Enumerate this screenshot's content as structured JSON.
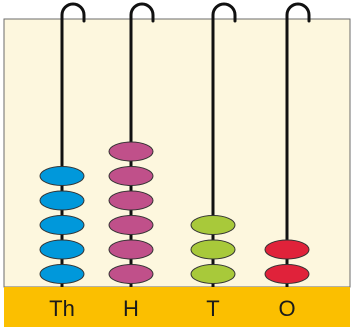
{
  "abacus": {
    "colors": {
      "panel": "#FDF7DE",
      "base": "#FBBF00",
      "rod": "#111111"
    },
    "rods": [
      {
        "label": "Th",
        "beads": 5,
        "bead_color": "#0098DB"
      },
      {
        "label": "H",
        "beads": 6,
        "bead_color": "#C0508A"
      },
      {
        "label": "T",
        "beads": 3,
        "bead_color": "#A8C93A"
      },
      {
        "label": "O",
        "beads": 2,
        "bead_color": "#E0223A"
      }
    ]
  }
}
